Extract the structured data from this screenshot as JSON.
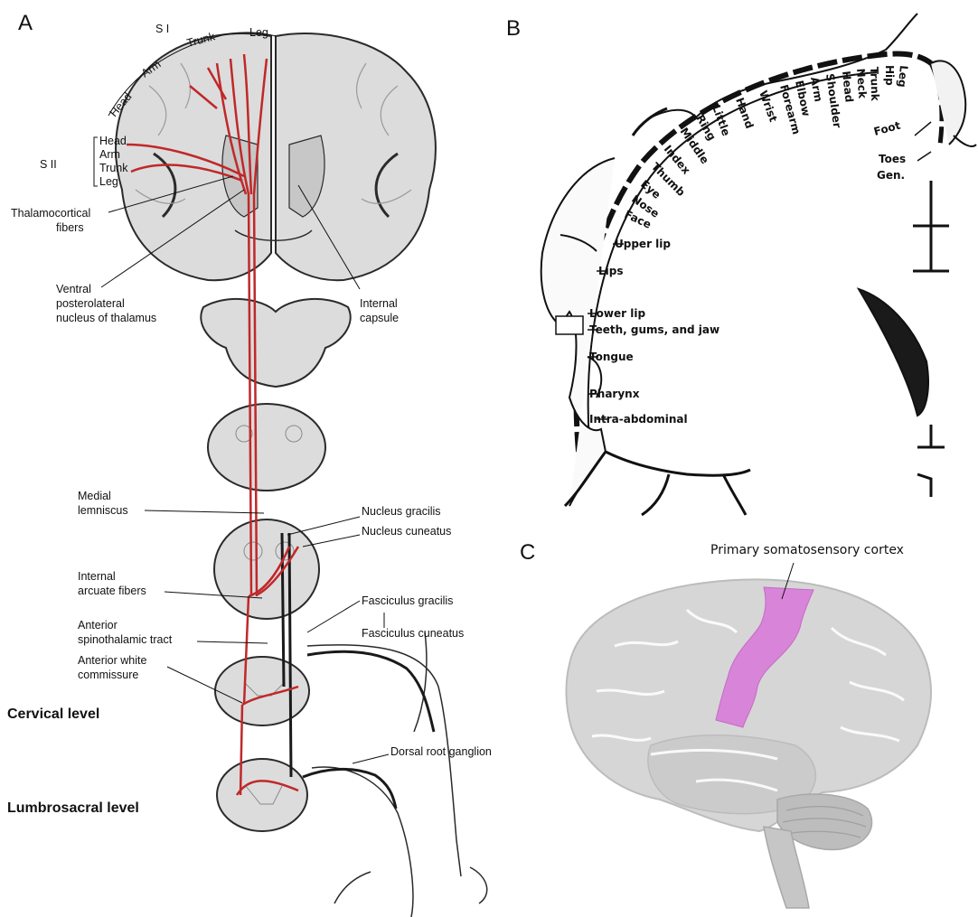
{
  "panels": {
    "a": {
      "letter": "A"
    },
    "b": {
      "letter": "B"
    },
    "c": {
      "letter": "C"
    }
  },
  "colors": {
    "pathway": "#c0282a",
    "tissue": "#dcdcdc",
    "tissue_dark": "#b4b4b4",
    "outline": "#2a2a2a",
    "s1_highlight": "#d884d8",
    "brain": "#d6d6d6"
  },
  "a_labels": {
    "s1": "S I",
    "s1_head": "Head",
    "s1_arm": "Arm",
    "s1_trunk": "Trunk",
    "s1_leg": "Leg",
    "s2": "S II",
    "s2_head": "Head",
    "s2_arm": "Arm",
    "s2_trunk": "Trunk",
    "s2_leg": "Leg",
    "thalamo_1": "Thalamocortical",
    "thalamo_2": "fibers",
    "vpl_1": "Ventral",
    "vpl_2": "posterolateral",
    "vpl_3": "nucleus of thalamus",
    "ic_1": "Internal",
    "ic_2": "capsule",
    "ml_1": "Medial",
    "ml_2": "lemniscus",
    "n_gracilis": "Nucleus gracilis",
    "n_cuneatus": "Nucleus cuneatus",
    "iaf_1": "Internal",
    "iaf_2": "arcuate fibers",
    "f_gracilis": "Fasciculus gracilis",
    "f_cuneatus": "Fasciculus cuneatus",
    "ast_1": "Anterior",
    "ast_2": "spinothalamic tract",
    "awc_1": "Anterior white",
    "awc_2": "commissure",
    "cervical": "Cervical level",
    "drg": "Dorsal root ganglion",
    "lumbo": "Lumbrosacral level"
  },
  "b_labels": {
    "top": [
      "Little",
      "Hand",
      "Wrist",
      "Forearm",
      "Elbow",
      "Arm",
      "Shoulder",
      "Head",
      "Neck",
      "Trunk",
      "Hip",
      "Leg"
    ],
    "ring": "Ring",
    "middle": "Middle",
    "index": "Index",
    "thumb": "Thumb",
    "eye": "Eye",
    "nose": "Nose",
    "face": "Face",
    "upper_lip": "Upper lip",
    "lips": "Lips",
    "lower_lip": "Lower lip",
    "teeth": "Teeth, gums, and jaw",
    "tongue": "Tongue",
    "pharynx": "Pharynx",
    "intra": "Intra-abdominal",
    "foot": "Foot",
    "toes": "Toes",
    "gen": "Gen."
  },
  "c_labels": {
    "s1_cortex": "Primary somatosensory cortex"
  }
}
